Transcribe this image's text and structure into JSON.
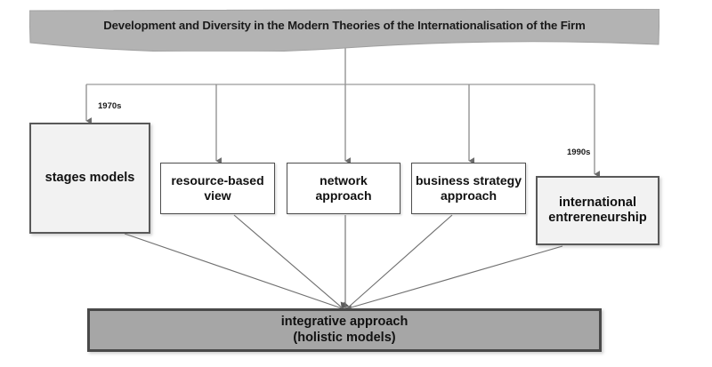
{
  "diagram": {
    "type": "hierarchy-flowchart",
    "background_color": "#ffffff",
    "banner": {
      "title": "Development and Diversity in the Modern Theories of the Internationalisation of the Firm",
      "fill_color": "#b3b3b3",
      "text_color": "#1a1a1a",
      "shape": "wavy-ribbon"
    },
    "branch_labels": [
      {
        "id": "label-1970s",
        "text": "1970s"
      },
      {
        "id": "label-1990s",
        "text": "1990s"
      }
    ],
    "nodes": [
      {
        "id": "stages",
        "label_line1": "stages models",
        "label_line2": "",
        "fill_color": "#f2f2f2",
        "border_color": "#595959",
        "style": "big"
      },
      {
        "id": "resource",
        "label_line1": "resource-based",
        "label_line2": "view",
        "fill_color": "#ffffff",
        "border_color": "#4d4d4d",
        "style": "small"
      },
      {
        "id": "network",
        "label_line1": "network",
        "label_line2": "approach",
        "fill_color": "#ffffff",
        "border_color": "#4d4d4d",
        "style": "small"
      },
      {
        "id": "business",
        "label_line1": "business strategy",
        "label_line2": "approach",
        "fill_color": "#ffffff",
        "border_color": "#4d4d4d",
        "style": "small"
      },
      {
        "id": "entrepreneurship",
        "label_line1": "international",
        "label_line2": "entrereneurship",
        "fill_color": "#f2f2f2",
        "border_color": "#595959",
        "style": "big"
      }
    ],
    "result": {
      "id": "integrative",
      "label_line1": "integrative approach",
      "label_line2": "(holistic models)",
      "fill_color": "#a6a6a6",
      "border_color": "#494949"
    },
    "connector_color": "#808080"
  }
}
